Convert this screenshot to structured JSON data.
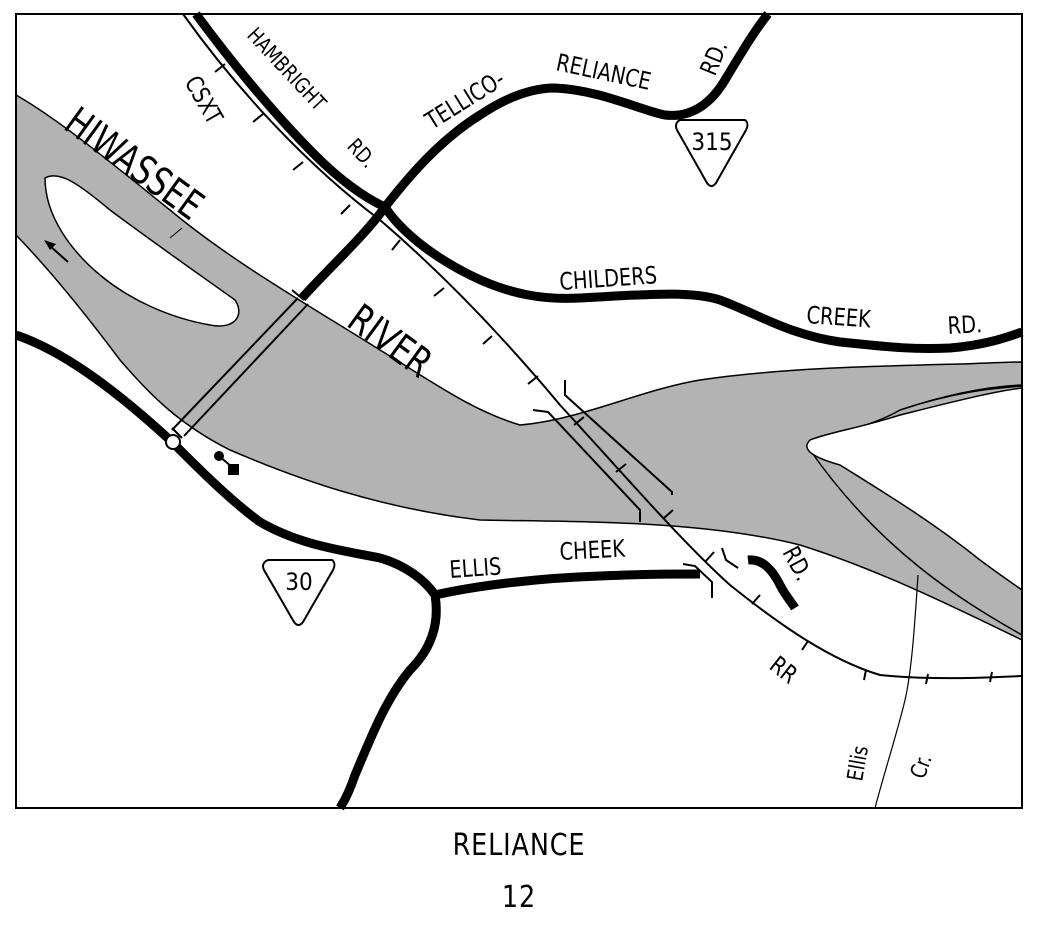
{
  "map": {
    "caption": "RELIANCE",
    "number": "12",
    "labels": {
      "river_1": "HIWASSEE",
      "river_2": "RIVER",
      "railroad": "CSXT",
      "rr": "RR",
      "hambright_1": "HAMBRIGHT",
      "hambright_2": "RD.",
      "tellico_1": "TELLICO-",
      "tellico_2": "RELIANCE",
      "tellico_3": "RD.",
      "childers_1": "CHILDERS",
      "childers_2": "CREEK",
      "childers_3": "RD.",
      "ellis_1": "ELLIS",
      "ellis_2": "CHEEK",
      "ellis_3": "RD.",
      "creek_1": "Ellis",
      "creek_2": "Cr."
    },
    "shields": {
      "route_315": "315",
      "route_30": "30"
    },
    "colors": {
      "water": "#b3b3b3",
      "ink": "#000000",
      "background": "#ffffff"
    }
  }
}
